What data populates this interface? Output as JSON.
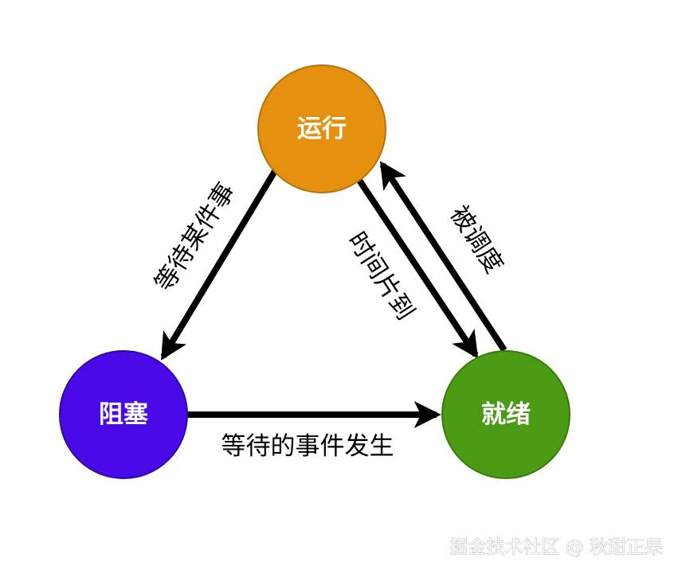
{
  "states": {
    "running": {
      "label": "运行",
      "fill": "#E6900F",
      "stroke": "#B8720A"
    },
    "ready": {
      "label": "就绪",
      "fill": "#4A9A14",
      "stroke": "#3A7A0C"
    },
    "blocked": {
      "label": "阻塞",
      "fill": "#4A0AE8",
      "stroke": "#2F0AA0"
    }
  },
  "transitions": {
    "running_to_blocked": "等待某件事",
    "running_to_ready": "时间片到",
    "ready_to_running": "被调度",
    "blocked_to_ready": "等待的事件发生"
  },
  "watermark": "掘金技术社区 @ 秋甜正果"
}
